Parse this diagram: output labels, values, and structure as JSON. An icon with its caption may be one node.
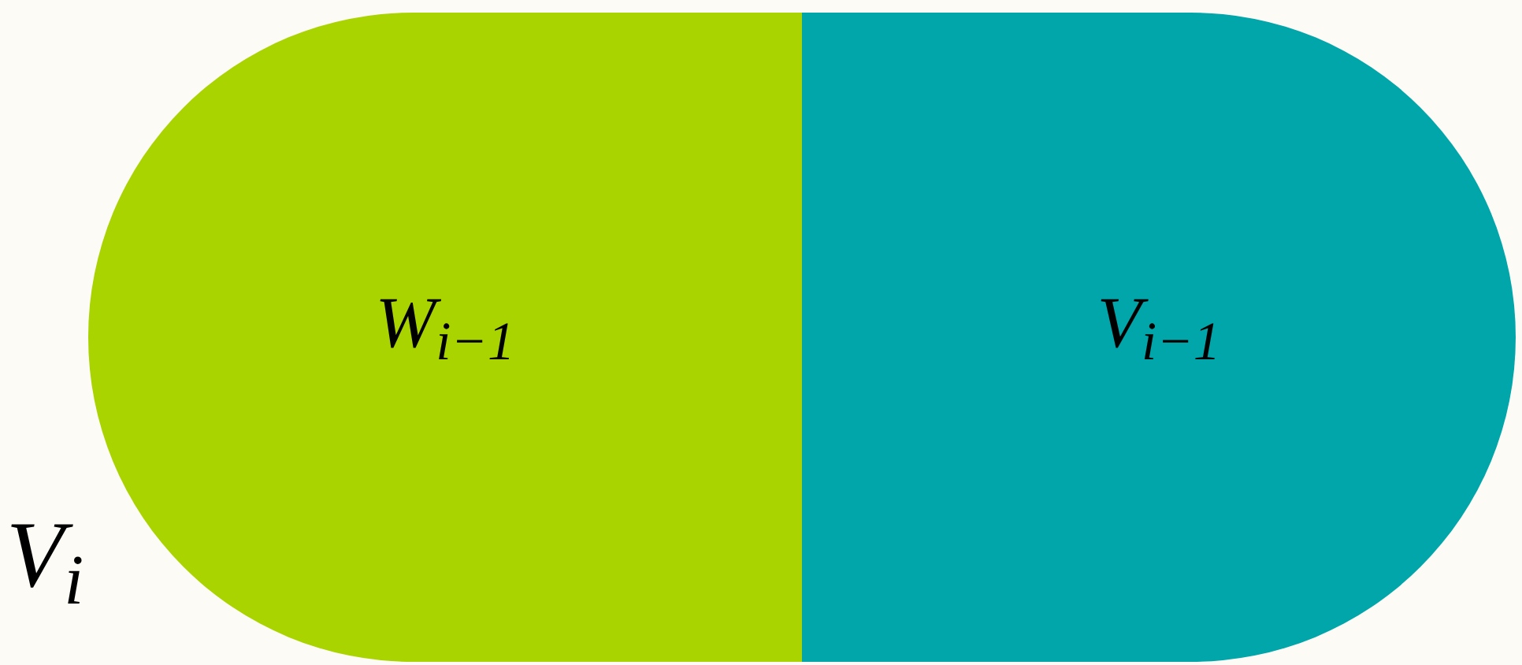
{
  "diagram": {
    "nodes": [
      {
        "text": [
          "V$_{i}$"
        ]
      },
      {
        "text": [
          "W$_{i−1}$"
        ],
        "in": 0
      },
      {
        "text": [
          "V$_{i−1}$"
        ],
        "in": 0
      }
    ]
  }
}
